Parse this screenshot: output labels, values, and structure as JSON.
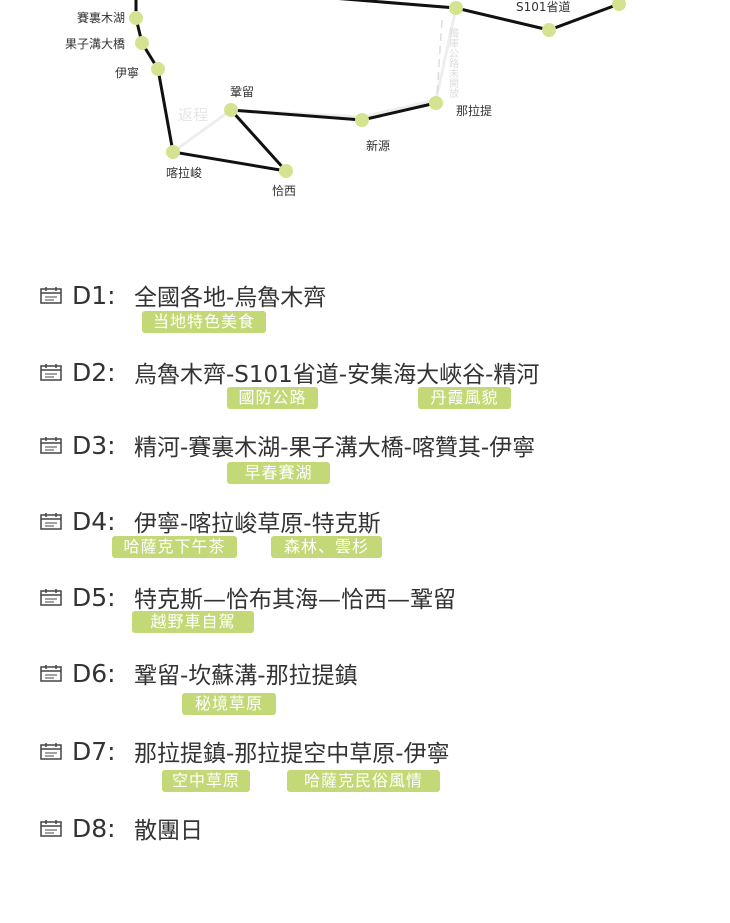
{
  "map": {
    "stations": [
      {
        "name": "賽裏木湖"
      },
      {
        "name": "果子溝大橋"
      },
      {
        "name": "伊寧"
      },
      {
        "name": "鞏留"
      },
      {
        "name": "喀拉峻"
      },
      {
        "name": "恰西"
      },
      {
        "name": "新源"
      },
      {
        "name": "那拉提"
      },
      {
        "name": "S101省道"
      }
    ],
    "return_label": "返程",
    "closed_road_label": "獨庫公路未開放"
  },
  "itinerary": [
    {
      "day": "D1:",
      "route": "全國各地-烏魯木齊",
      "tags": [
        "当地特色美食"
      ]
    },
    {
      "day": "D2:",
      "route": "烏魯木齊-S101省道-安集海大峽谷-精河",
      "tags": [
        "國防公路",
        "丹霞風貌"
      ]
    },
    {
      "day": "D3:",
      "route": "精河-賽裏木湖-果子溝大橋-喀贊其-伊寧",
      "tags": [
        "早春賽湖"
      ]
    },
    {
      "day": "D4:",
      "route": "伊寧-喀拉峻草原-特克斯",
      "tags": [
        "哈薩克下午茶",
        "森林、雲杉"
      ]
    },
    {
      "day": "D5:",
      "route": "特克斯—恰布其海—恰西—鞏留",
      "tags": [
        "越野車自駕"
      ]
    },
    {
      "day": "D6:",
      "route": "鞏留-坎蘇溝-那拉提鎮",
      "tags": [
        "秘境草原"
      ]
    },
    {
      "day": "D7:",
      "route": "那拉提鎮-那拉提空中草原-伊寧",
      "tags": [
        "空中草原",
        "哈薩克民俗風情"
      ]
    },
    {
      "day": "D8:",
      "route": "散團日",
      "tags": []
    }
  ],
  "colors": {
    "node": "#d4e38f",
    "tag": "#c3d977",
    "line": "#111111"
  }
}
